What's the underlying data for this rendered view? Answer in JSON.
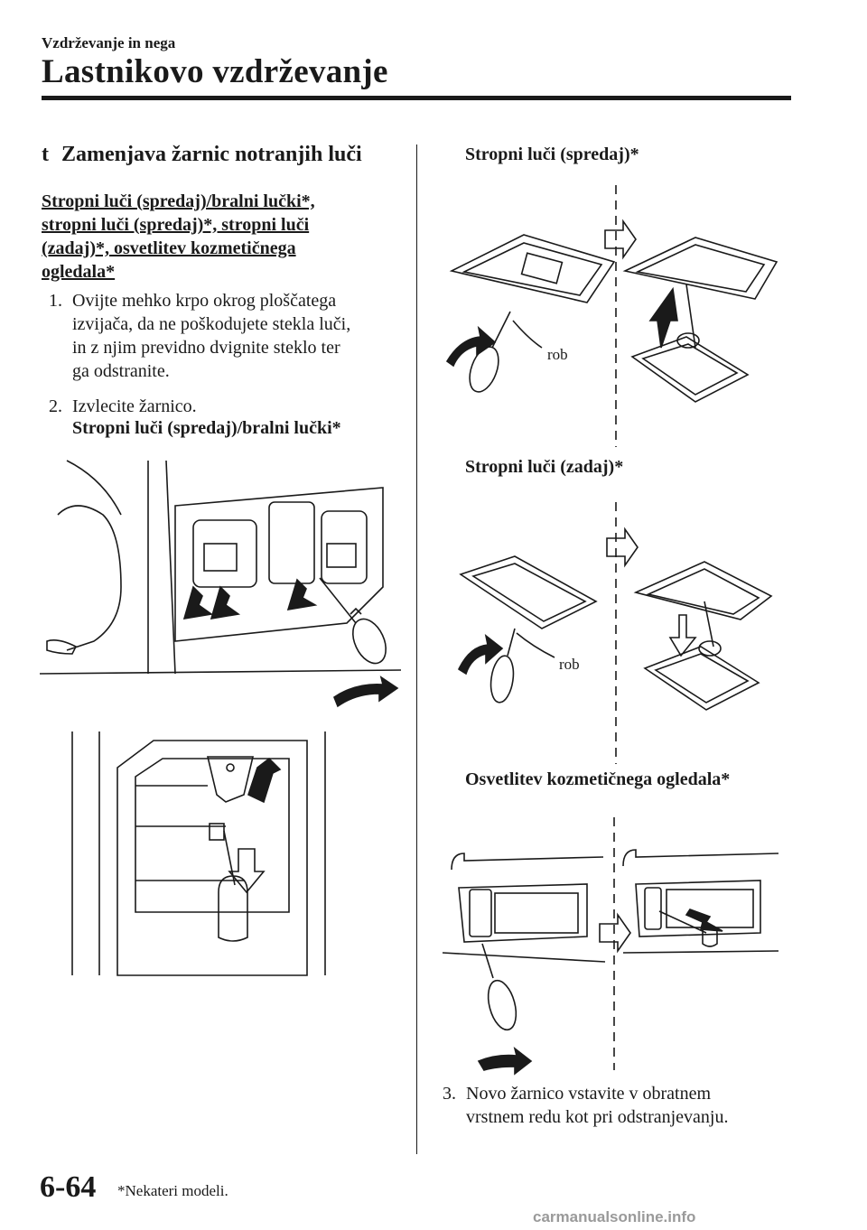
{
  "header": {
    "section": "Vzdrževanje in nega",
    "title": "Lastnikovo vzdrževanje"
  },
  "section": {
    "marker": "t",
    "title": "Zamenjava žarnic notranjih luči"
  },
  "subsection": {
    "title_lines": [
      "Stropni luči (spredaj)/bralni lučki*,",
      "stropni luči (spredaj)*, stropni luči",
      "(zadaj)*, osvetlitev kozmetičnega",
      "ogledala*"
    ]
  },
  "steps": [
    {
      "number": "1.",
      "lines": [
        "Ovijte mehko krpo okrog ploščatega",
        "izvijača, da ne poškodujete stekla luči,",
        "in z njim previdno dvignite steklo ter",
        "ga odstranite."
      ]
    },
    {
      "number": "2.",
      "lines": [
        "Izvlecite žarnico."
      ]
    },
    {
      "number": "3.",
      "lines": [
        "Novo žarnico vstavite v obratnem",
        "vrstnem redu kot pri odstranjevanju."
      ]
    }
  ],
  "captions": {
    "front_reading": "Stropni luči (spredaj)/bralni lučki*",
    "front": "Stropni luči (spredaj)*",
    "rear": "Stropni luči (zadaj)*",
    "vanity": "Osvetlitev kozmetičnega ogledala*"
  },
  "figure_labels": {
    "front_edge": "rob",
    "rear_edge": "rob"
  },
  "footer": {
    "page_number": "6-64",
    "footnote": "*Nekateri modeli.",
    "watermark": "carmanualsonline.info"
  },
  "colors": {
    "text": "#1a1a1a",
    "background": "#ffffff",
    "watermark": "#9a9a9a"
  }
}
